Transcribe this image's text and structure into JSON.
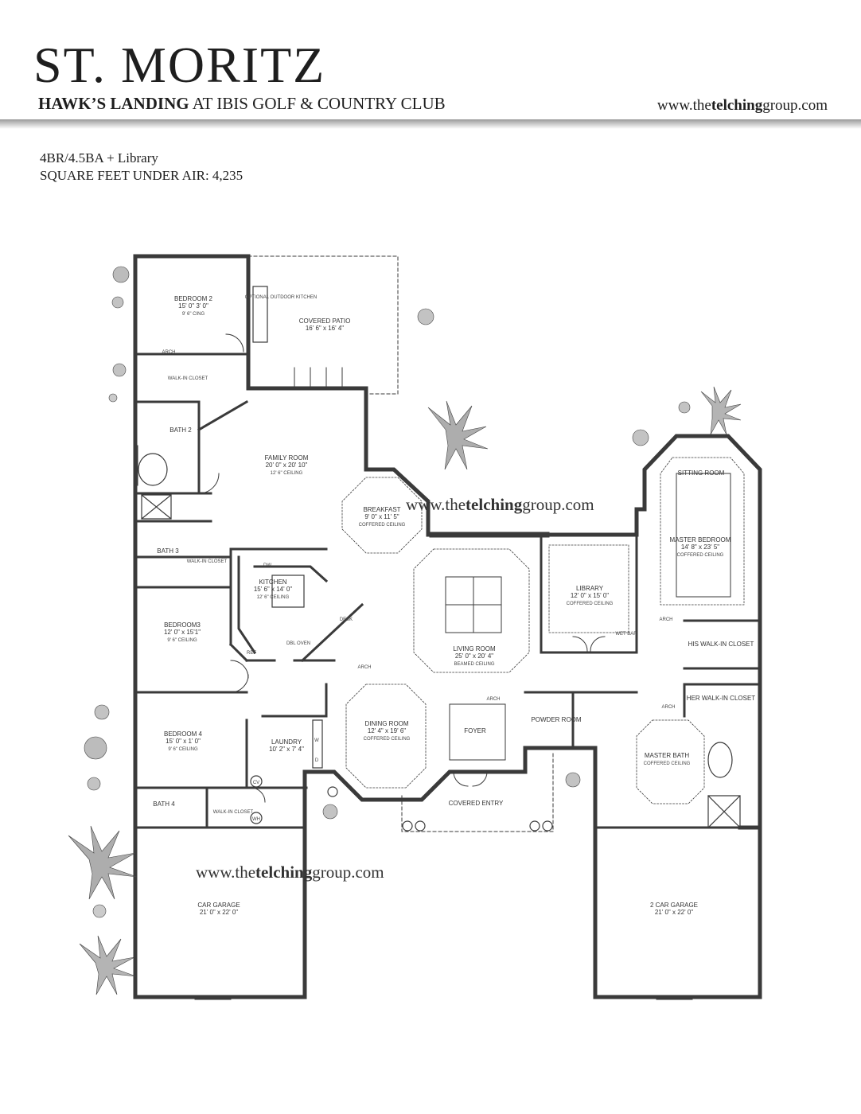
{
  "header": {
    "title": "ST. MORITZ",
    "subtitle_bold": "HAWK’S LANDING",
    "subtitle_rest": " AT IBIS GOLF & COUNTRY CLUB",
    "url_pre": "www.the",
    "url_bold": "telching",
    "url_post": "group.com"
  },
  "specs": {
    "line1": "4BR/4.5BA + Library",
    "line2": "SQUARE FEET UNDER AIR: 4,235"
  },
  "watermark": {
    "pre": "www.the",
    "bold": "telching",
    "post": "group.com"
  },
  "rooms": [
    {
      "id": "bedroom2",
      "name": "BEDROOM 2",
      "dims": "15' 0\" 3' 0\"",
      "note": "9' 6\" CING"
    },
    {
      "id": "covered-patio",
      "name": "COVERED PATIO",
      "dims": "16' 6\" x 16' 4\"",
      "note": ""
    },
    {
      "id": "family-room",
      "name": "FAMILY ROOM",
      "dims": "20' 0\" x 20' 10\"",
      "note": "12' 6\" CEILING"
    },
    {
      "id": "breakfast",
      "name": "BREAKFAST",
      "dims": "9' 0\" x 11' 5\"",
      "note": "COFFERED CEILING"
    },
    {
      "id": "kitchen",
      "name": "KITCHEN",
      "dims": "15' 6\" x 14' 0\"",
      "note": "12' 6\" CEILING"
    },
    {
      "id": "living-room",
      "name": "LIVING ROOM",
      "dims": "25' 0\" x 20' 4\"",
      "note": "BEAMED CEILING"
    },
    {
      "id": "library",
      "name": "LIBRARY",
      "dims": "12' 0\" x 15' 0\"",
      "note": "COFFERED CEILING"
    },
    {
      "id": "sitting-room",
      "name": "SITTING ROOM",
      "dims": "",
      "note": ""
    },
    {
      "id": "master-bedroom",
      "name": "MASTER BEDROOM",
      "dims": "14' 8\" x 23' 5\"",
      "note": "COFFERED CEILING"
    },
    {
      "id": "bedroom3",
      "name": "BEDROOM3",
      "dims": "12' 0\" x 15'1\"",
      "note": "9' 6\" CEILING"
    },
    {
      "id": "bedroom4",
      "name": "BEDROOM 4",
      "dims": "15' 0\" x 1' 0\"",
      "note": "9' 6\" CEILING"
    },
    {
      "id": "laundry",
      "name": "LAUNDRY",
      "dims": "10' 2\" x 7' 4\"",
      "note": ""
    },
    {
      "id": "dining-room",
      "name": "DINING ROOM",
      "dims": "12' 4\" x 19' 6\"",
      "note": "COFFERED CEILING"
    },
    {
      "id": "foyer",
      "name": "FOYER",
      "dims": "",
      "note": ""
    },
    {
      "id": "covered-entry",
      "name": "COVERED ENTRY",
      "dims": "",
      "note": ""
    },
    {
      "id": "powder-room",
      "name": "POWDER ROOM",
      "dims": "",
      "note": ""
    },
    {
      "id": "master-bath",
      "name": "MASTER BATH",
      "dims": "",
      "note": "COFFERED CEILING"
    },
    {
      "id": "car-garage",
      "name": "CAR GARAGE",
      "dims": "21' 0\" x 22' 0\"",
      "note": ""
    },
    {
      "id": "two-car-garage",
      "name": "2 CAR GARAGE",
      "dims": "21' 0\" x 22' 0\"",
      "note": ""
    },
    {
      "id": "bath2",
      "name": "BATH 2",
      "dims": "",
      "note": ""
    },
    {
      "id": "bath3",
      "name": "BATH 3",
      "dims": "",
      "note": ""
    },
    {
      "id": "bath4",
      "name": "BATH 4",
      "dims": "",
      "note": ""
    },
    {
      "id": "his-closet",
      "name": "HIS WALK-IN CLOSET",
      "dims": "",
      "note": ""
    },
    {
      "id": "her-closet",
      "name": "HER WALK-IN CLOSET",
      "dims": "",
      "note": ""
    }
  ],
  "small_labels": {
    "outdoor_kitchen": "OPTIONAL OUTDOOR KITCHEN",
    "walkin_closet_b2": "WALK-IN CLOSET",
    "walkin_closet_b3": "WALK-IN CLOSET",
    "walkin_closet_b4": "WALK-IN CLOSET",
    "arch": "ARCH",
    "desk": "DESK",
    "dbl_oven": "DBL OVEN",
    "ref": "REF",
    "dw": "DW",
    "wet_bar": "WET BAR",
    "w": "W",
    "d": "D",
    "cv": "CV",
    "wh": "WH"
  }
}
